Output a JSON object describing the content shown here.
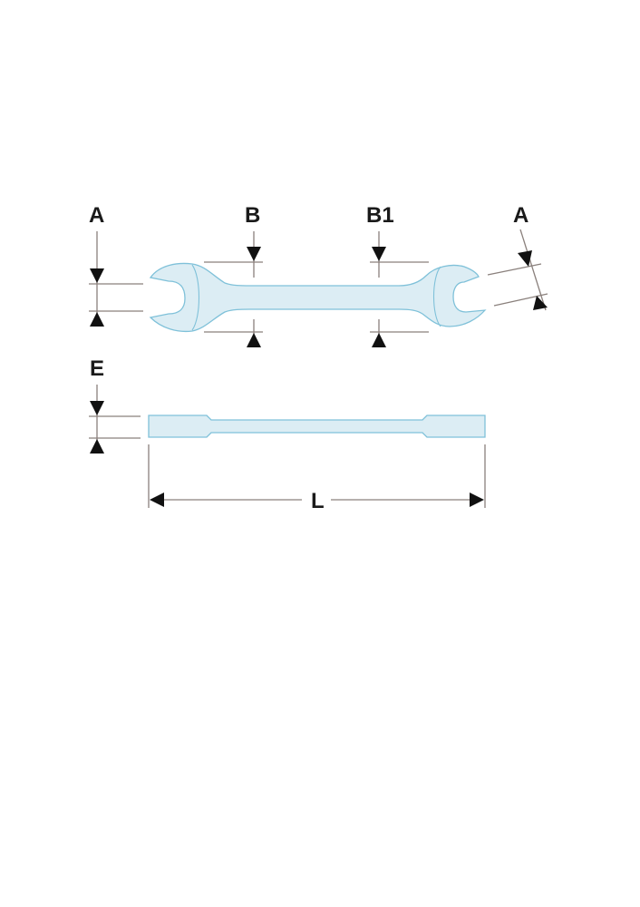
{
  "diagram": {
    "type": "technical-dimension-drawing",
    "subject": "double open-end wrench",
    "colors": {
      "background": "#ffffff",
      "tool_fill": "#dcedf4",
      "tool_outline": "#7fc1d9",
      "dimension_line": "#8a807c",
      "arrow": "#111111",
      "label": "#1a1a1a"
    },
    "top_view": {
      "labels": {
        "a_left": "A",
        "b": "B",
        "b1": "B1",
        "a_right": "A"
      }
    },
    "side_view": {
      "labels": {
        "e": "E",
        "l": "L"
      }
    }
  }
}
